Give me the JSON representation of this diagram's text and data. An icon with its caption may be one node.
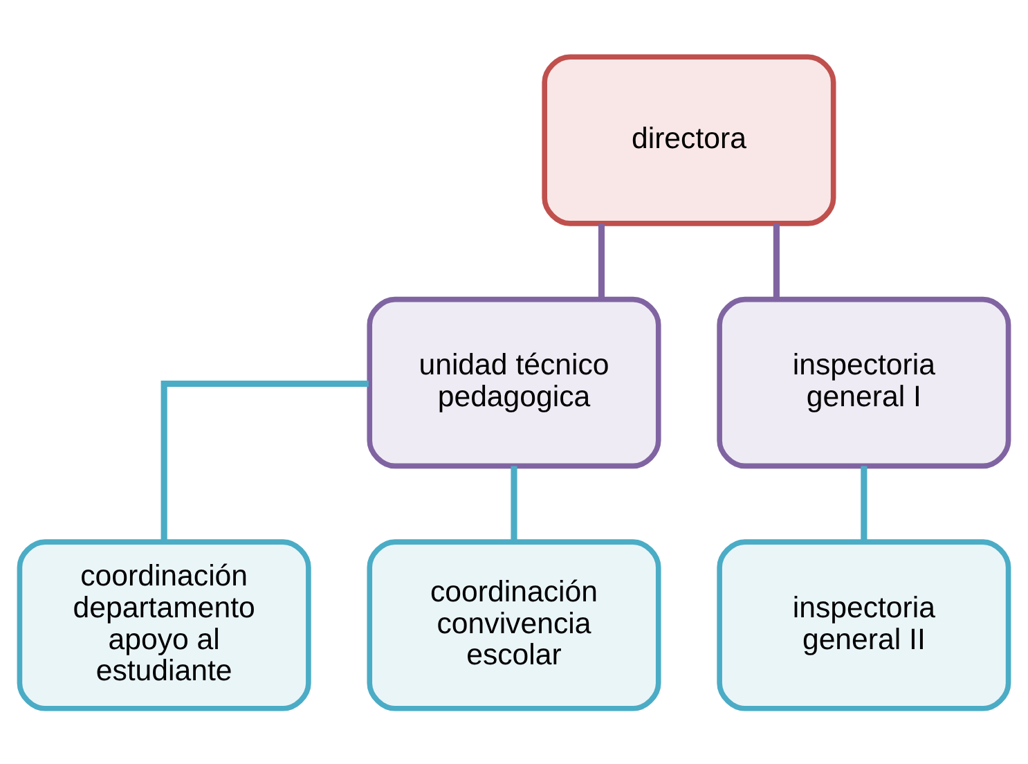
{
  "diagram": {
    "nodes": [
      {
        "text": [
          "directora"
        ]
      },
      {
        "text": [
          "unidad técnico pedagogica"
        ]
      },
      {
        "text": [
          "inspectoria general I"
        ]
      },
      {
        "text": [
          "coordinación departamento apoyo al estudiante"
        ]
      },
      {
        "text": [
          "coordinación convivencia escolar"
        ]
      },
      {
        "text": [
          "inspectoria general II"
        ]
      }
    ],
    "edges": [
      {
        "from": 0,
        "to": 1,
        "arrow": "none",
        "color": "#8064a2"
      },
      {
        "from": 0,
        "to": 2,
        "arrow": "none",
        "color": "#8064a2"
      },
      {
        "from": 1,
        "to": 3,
        "arrow": "none"
      },
      {
        "from": 1,
        "to": 4,
        "arrow": "none"
      },
      {
        "from": 2,
        "to": 5,
        "arrow": "none"
      }
    ]
  }
}
